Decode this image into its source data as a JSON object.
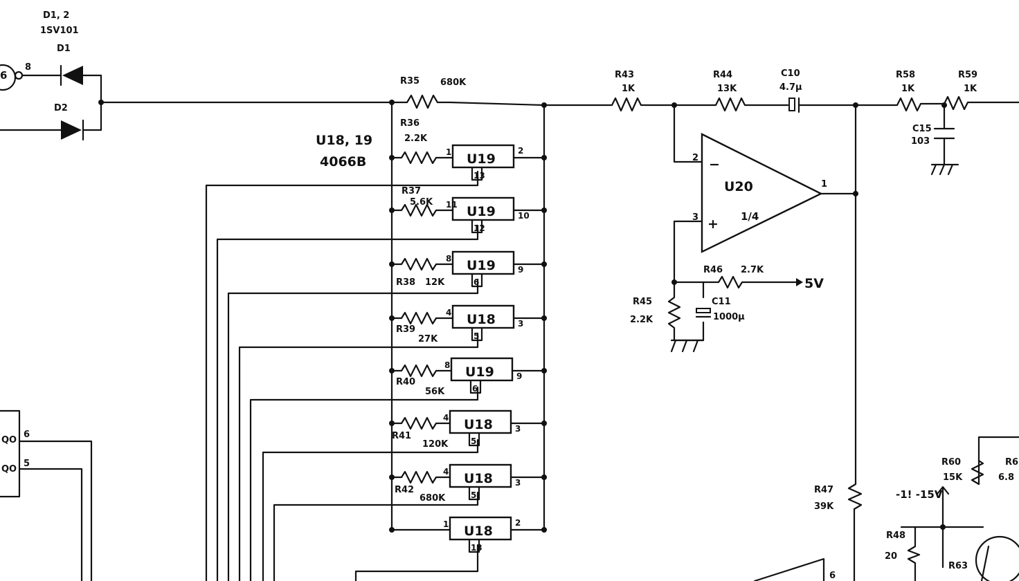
{
  "colors": {
    "ink": "#111111",
    "paper": "#ffffff"
  },
  "diodes": {
    "pair_ref": "D1, 2",
    "pair_part": "1SV101",
    "d1": "D1",
    "d2": "D2",
    "pin_in": "8",
    "node_partial": "6"
  },
  "switch_block": {
    "ref": "U18, 19",
    "part": "4066B"
  },
  "resistors": {
    "r35": {
      "ref": "R35",
      "value": "680K"
    },
    "r36": {
      "ref": "R36",
      "value": "2.2K"
    },
    "r37": {
      "ref": "R37",
      "value": "5.6K"
    },
    "r38": {
      "ref": "R38",
      "value": "12K"
    },
    "r39": {
      "ref": "R39",
      "value": "27K"
    },
    "r40": {
      "ref": "R40",
      "value": "56K"
    },
    "r41": {
      "ref": "R41",
      "value": "120K"
    },
    "r42": {
      "ref": "R42",
      "value": "680K"
    },
    "r43": {
      "ref": "R43",
      "value": "1K"
    },
    "r44": {
      "ref": "R44",
      "value": "13K"
    },
    "r45": {
      "ref": "R45",
      "value": "2.2K"
    },
    "r46": {
      "ref": "R46",
      "value": "2.7K"
    },
    "r47": {
      "ref": "R47",
      "value": "39K"
    },
    "r48": {
      "ref": "R48",
      "value": "20"
    },
    "r58": {
      "ref": "R58",
      "value": "1K"
    },
    "r59": {
      "ref": "R59",
      "value": "1K"
    },
    "r60": {
      "ref": "R60",
      "value": "15K"
    },
    "r61_partial": {
      "ref": "R6",
      "value": "6.8"
    },
    "r63_partial": {
      "ref": "R63"
    }
  },
  "capacitors": {
    "c10": {
      "ref": "C10",
      "value": "4.7μ"
    },
    "c11": {
      "ref": "C11",
      "value": "1000μ"
    },
    "c15": {
      "ref": "C15",
      "value": "103"
    }
  },
  "switches": [
    {
      "label": "U19",
      "pin_a": "1",
      "pin_b": "2",
      "ctrl": "13"
    },
    {
      "label": "U19",
      "pin_a": "11",
      "pin_b": "10",
      "ctrl": "12"
    },
    {
      "label": "U19",
      "pin_a": "8",
      "pin_b": "9",
      "ctrl": "6"
    },
    {
      "label": "U18",
      "pin_a": "4",
      "pin_b": "3",
      "ctrl": "5"
    },
    {
      "label": "U19",
      "pin_a": "8",
      "pin_b": "9",
      "ctrl": "6"
    },
    {
      "label": "U18",
      "pin_a": "4",
      "pin_b": "3",
      "ctrl": "5"
    },
    {
      "label": "U18",
      "pin_a": "4",
      "pin_b": "3",
      "ctrl": "5"
    },
    {
      "label": "U18",
      "pin_a": "1",
      "pin_b": "2",
      "ctrl": "13"
    }
  ],
  "opamp": {
    "ref": "U20",
    "fraction": "1/4",
    "pin_inv": "2",
    "pin_noninv": "3",
    "pin_out": "1",
    "minus_sign": "−",
    "plus_sign": "+"
  },
  "supply": {
    "pos": "5V",
    "neg": "-1! -15V"
  },
  "left_block": {
    "q_out": "QO",
    "q_bar_out": "QO",
    "pin6": "6",
    "pin5": "5"
  },
  "bottom_block": {
    "pin": "6"
  }
}
